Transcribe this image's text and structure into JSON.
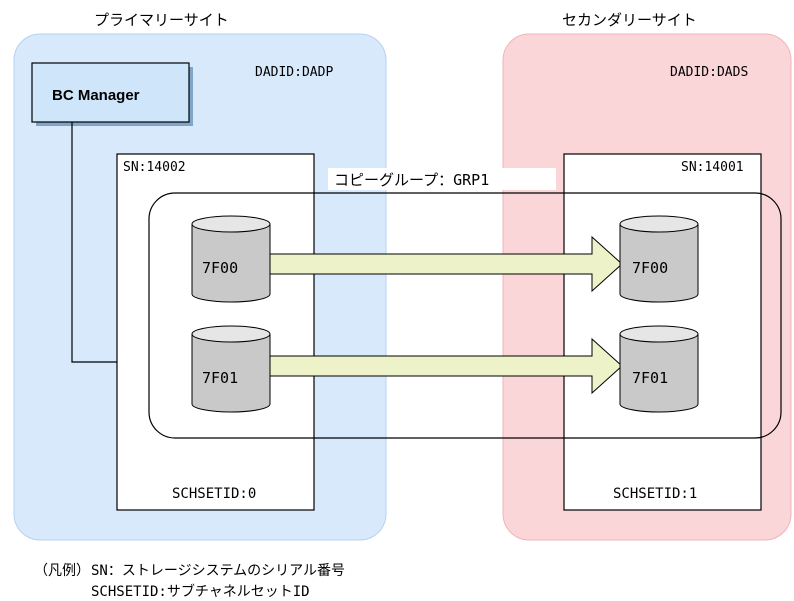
{
  "sites": {
    "primary": {
      "title": "プライマリーサイト",
      "dadid": "DADID:DADP",
      "color": "#d7e9fb"
    },
    "secondary": {
      "title": "セカンダリーサイト",
      "dadid": "DADID:DADS",
      "color": "#fbd6d8"
    }
  },
  "manager": {
    "label": "BC Manager",
    "color": "#cfe6fa"
  },
  "storage": {
    "primary": {
      "sn": "SN:14002",
      "schsetid": "SCHSETID:0"
    },
    "secondary": {
      "sn": "SN:14001",
      "schsetid": "SCHSETID:1"
    }
  },
  "copy_group": {
    "label": "コピーグループ：GRP1"
  },
  "volumes": {
    "primary": [
      "7F00",
      "7F01"
    ],
    "secondary": [
      "7F00",
      "7F01"
    ]
  },
  "arrow_color": "#edf2c8",
  "legend": {
    "prefix": "（凡例）",
    "line1": "SN：ストレージシステムのシリアル番号",
    "line2": "SCHSETID:サブチャネルセットID"
  }
}
